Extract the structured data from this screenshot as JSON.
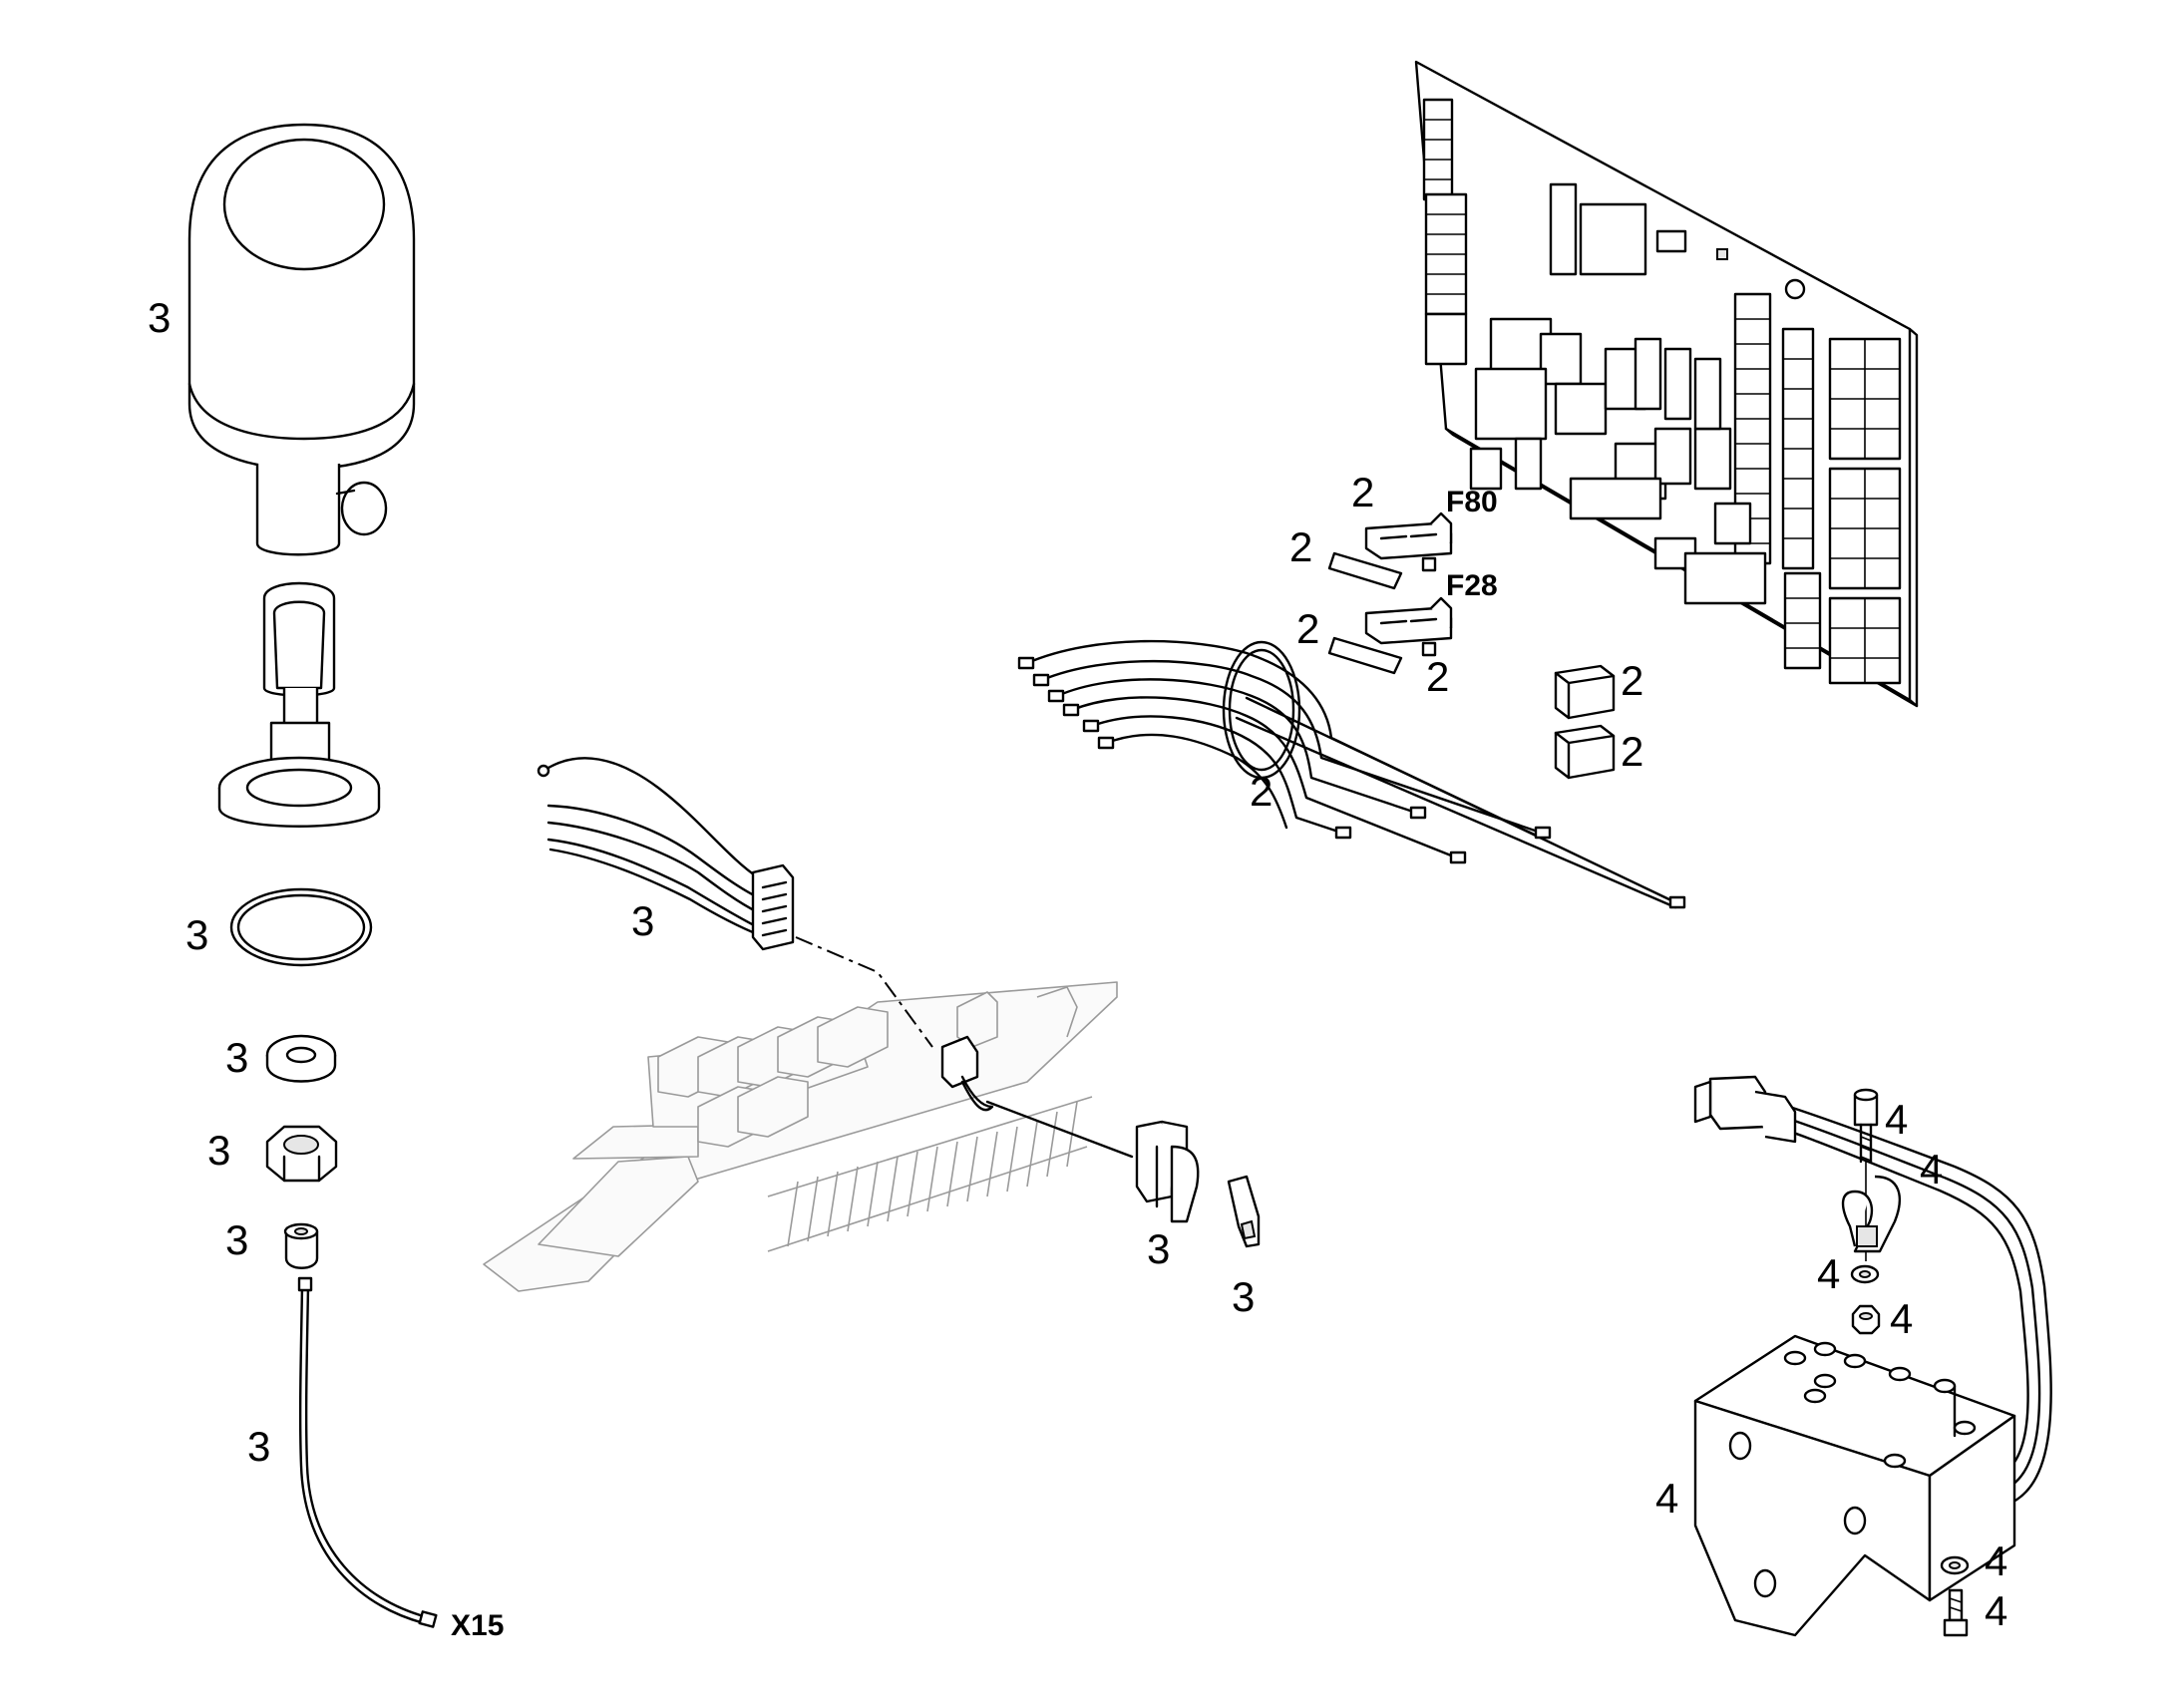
{
  "callouts": [
    {
      "id": "beacon-3",
      "text": "3"
    },
    {
      "id": "oring-3",
      "text": "3"
    },
    {
      "id": "washer-3",
      "text": "3"
    },
    {
      "id": "nut-3",
      "text": "3"
    },
    {
      "id": "grommet-3",
      "text": "3"
    },
    {
      "id": "cable-3",
      "text": "3"
    },
    {
      "id": "harness-3",
      "text": "3"
    },
    {
      "id": "switch-3",
      "text": "3"
    },
    {
      "id": "switch-cap-3",
      "text": "3"
    },
    {
      "id": "fuse-f80-2",
      "text": "2"
    },
    {
      "id": "fuse-label-a-2",
      "text": "2"
    },
    {
      "id": "fuse-f28-2",
      "text": "2"
    },
    {
      "id": "fuse-label-b-2",
      "text": "2"
    },
    {
      "id": "fuse-b-2",
      "text": "2"
    },
    {
      "id": "relay-a-2",
      "text": "2"
    },
    {
      "id": "relay-b-2",
      "text": "2"
    },
    {
      "id": "wires-2",
      "text": "2"
    },
    {
      "id": "screw-4",
      "text": "4"
    },
    {
      "id": "clamp-4",
      "text": "4"
    },
    {
      "id": "washer-4",
      "text": "4"
    },
    {
      "id": "nut-4",
      "text": "4"
    },
    {
      "id": "bracket-4",
      "text": "4"
    },
    {
      "id": "bracket-washer-4",
      "text": "4"
    },
    {
      "id": "bracket-screw-4",
      "text": "4"
    }
  ],
  "tags": {
    "f80": "F80",
    "f28": "F28",
    "x15": "X15"
  }
}
